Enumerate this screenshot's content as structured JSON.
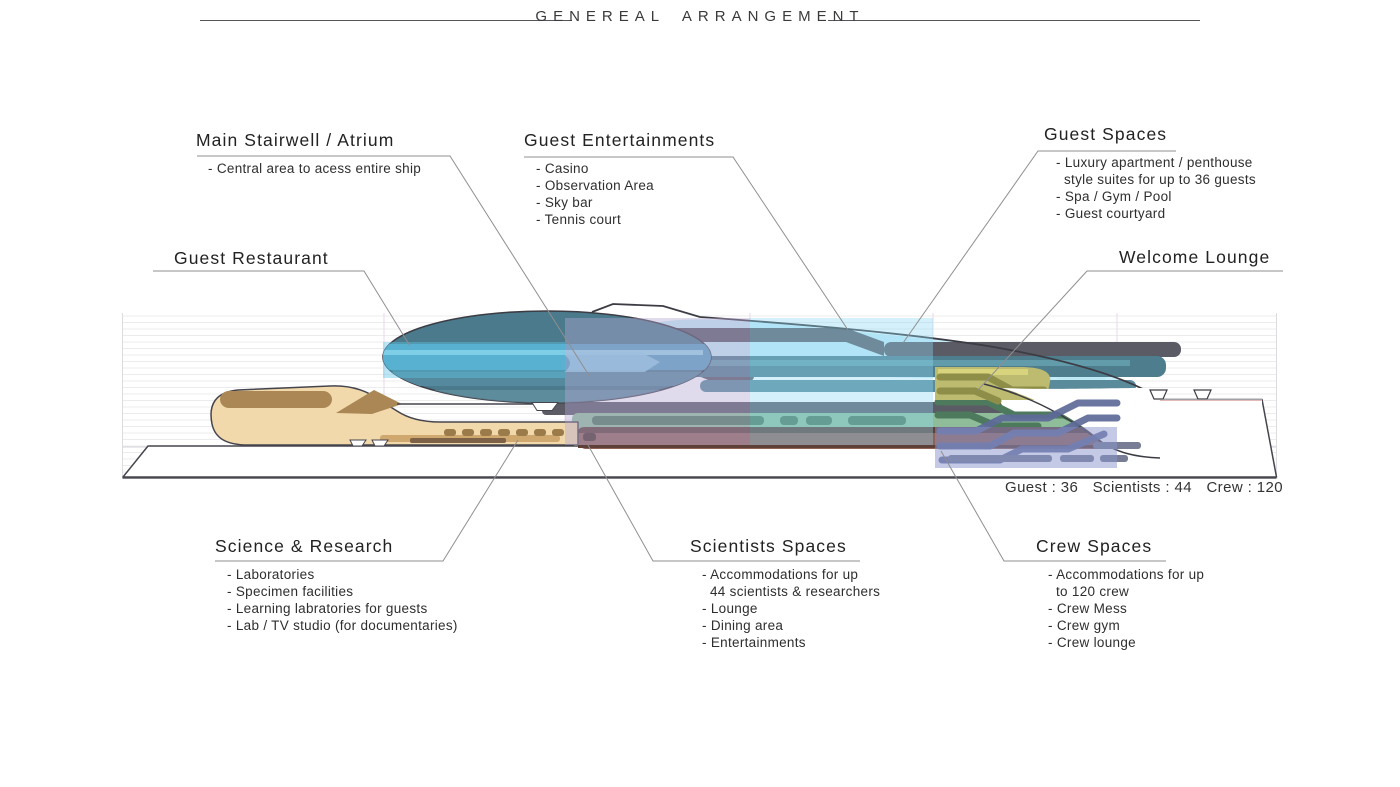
{
  "header": {
    "title": "GENEREAL ARRANGEMENT"
  },
  "callouts": {
    "main_stairwell": {
      "title": "Main Stairwell / Atrium",
      "items": [
        "- Central area to acess entire ship"
      ]
    },
    "guest_entertainments": {
      "title": "Guest Entertainments",
      "items": [
        "- Casino",
        "- Observation Area",
        "- Sky bar",
        "- Tennis court"
      ]
    },
    "guest_spaces": {
      "title": "Guest Spaces",
      "items": [
        "- Luxury apartment / penthouse",
        "style suites for up to 36 guests",
        "- Spa / Gym / Pool",
        "- Guest courtyard"
      ]
    },
    "guest_restaurant": {
      "title": "Guest Restaurant"
    },
    "welcome_lounge": {
      "title": "Welcome Lounge"
    },
    "science_research": {
      "title": "Science & Research",
      "items": [
        "- Laboratories",
        "- Specimen facilities",
        "- Learning labratories for guests",
        "- Lab / TV studio (for documentaries)"
      ]
    },
    "scientists_spaces": {
      "title": "Scientists Spaces",
      "items": [
        "- Accommodations for up",
        "44 scientists & researchers",
        "- Lounge",
        "- Dining area",
        "- Entertainments"
      ]
    },
    "crew_spaces": {
      "title": "Crew Spaces",
      "items": [
        "- Accommodations for up",
        "to 120 crew",
        "- Crew Mess",
        "- Crew gym",
        "- Crew lounge"
      ]
    }
  },
  "stats": {
    "guests": "Guest : 36",
    "scientists": "Scientists : 44",
    "crew": "Crew : 120"
  },
  "colors": {
    "tan": "#f2d9ab",
    "tan_dark": "#aa8755",
    "dome_teal": "#4a7a8c",
    "deck_teal": "#4e7d8d",
    "charcoal": "#5b5b66",
    "green": "#8fbd9a",
    "green_dark": "#4d7a5c",
    "maroon": "#8f6157",
    "olive": "#bcbb70",
    "lavender_overlay": "#b3a8d2",
    "cyan_overlay": "#8fd8f2",
    "periwinkle_overlay": "#8996cc",
    "leader": "#8f8f8f"
  }
}
